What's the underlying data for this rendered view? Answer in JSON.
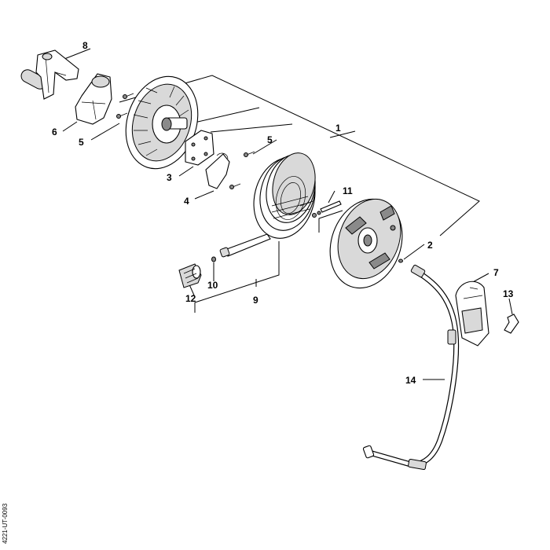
{
  "callouts": {
    "p1": "1",
    "p2": "2",
    "p3": "3",
    "p4": "4",
    "p5a": "5",
    "p5b": "5",
    "p6": "6",
    "p7": "7",
    "p8": "8",
    "p9": "9",
    "p10": "10",
    "p11": "11",
    "p12": "12",
    "p13": "13",
    "p14": "14"
  },
  "doc_code": "4221-UT-0093"
}
